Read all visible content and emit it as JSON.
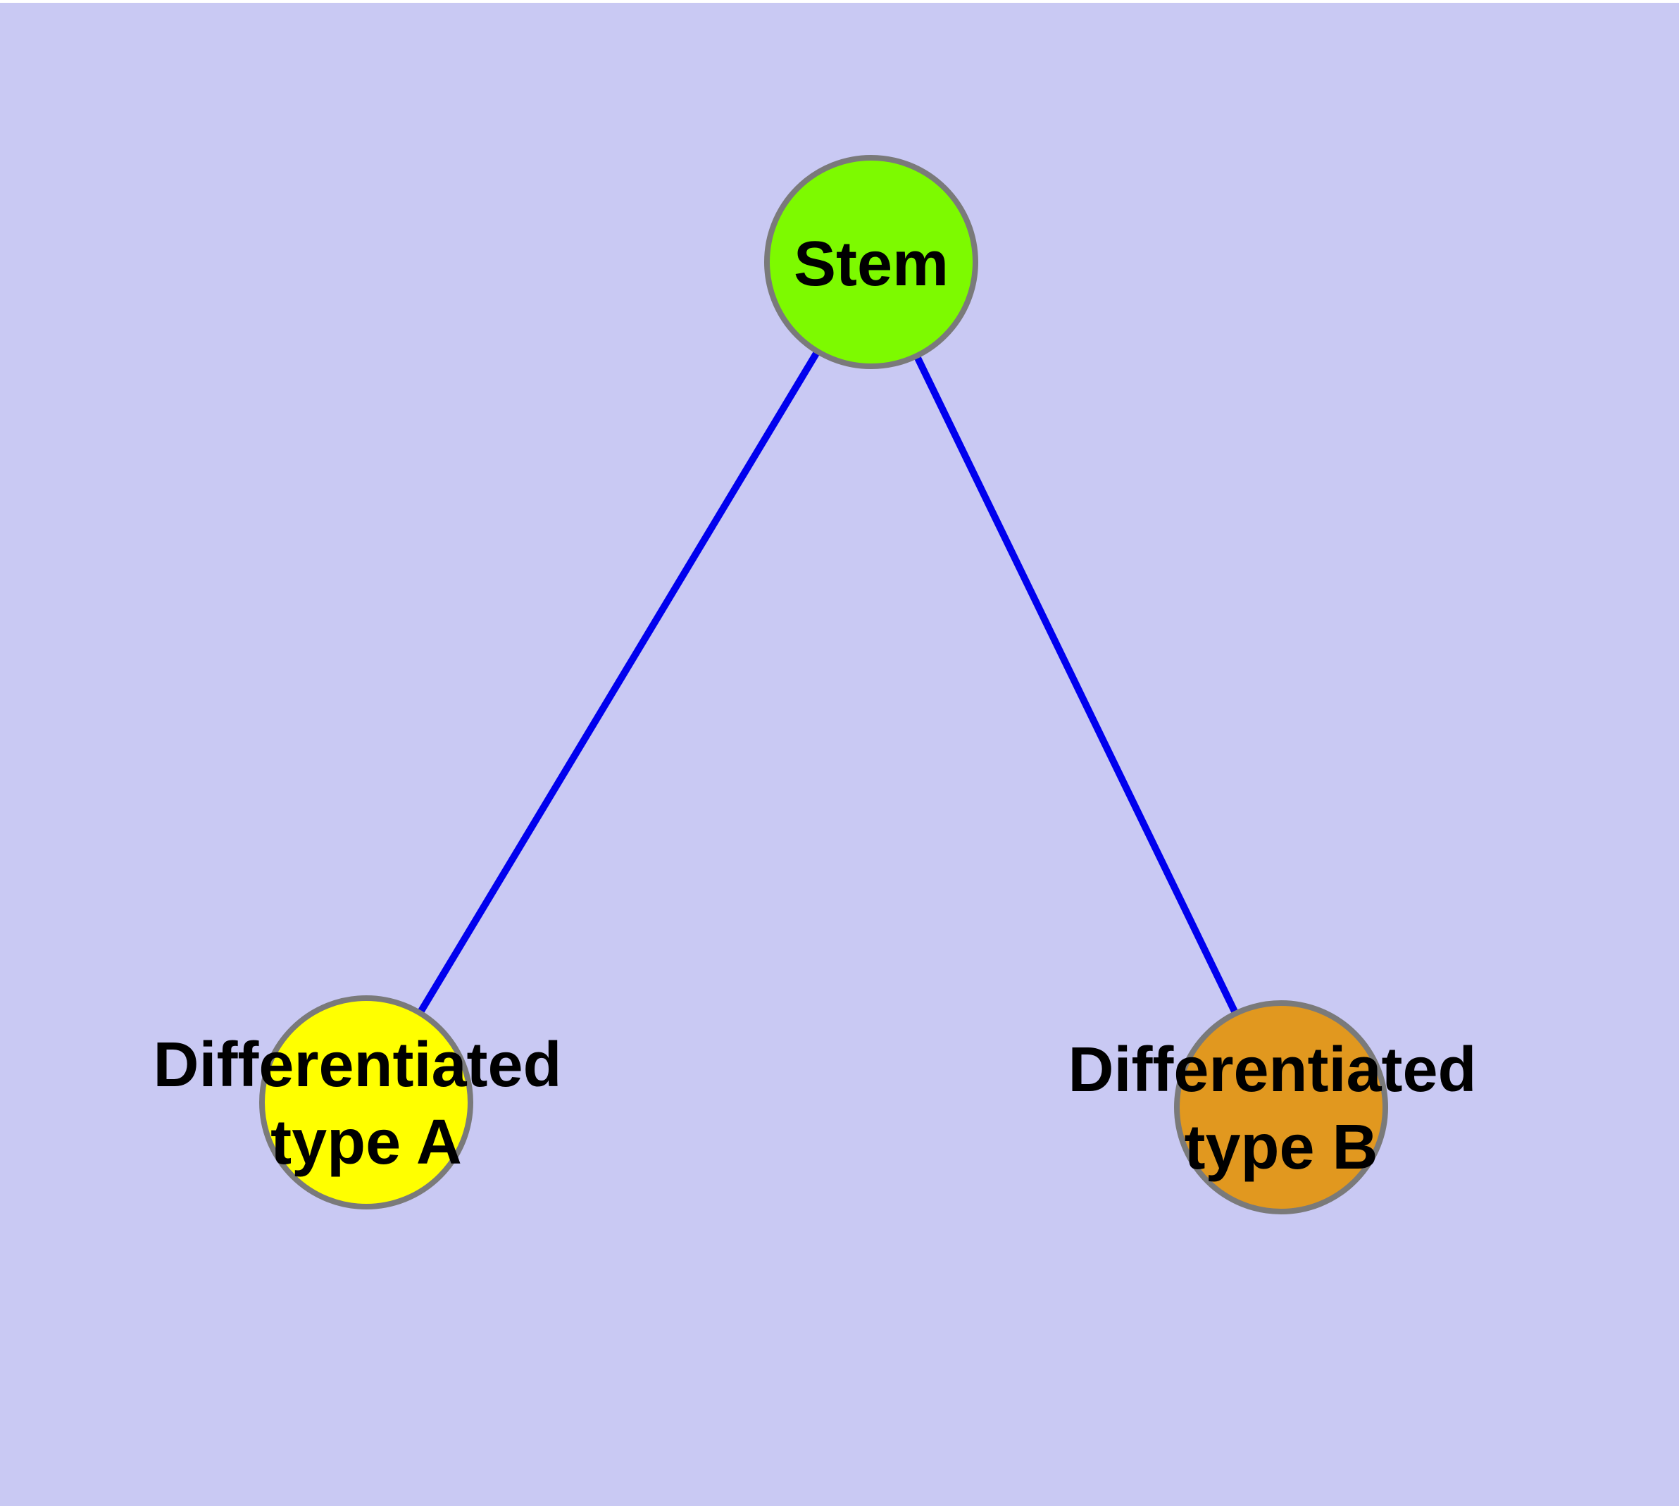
{
  "figure": {
    "type": "graph-diagram",
    "background_color": "#c9c9f3",
    "top_margin_color": "#ffffff",
    "edge_color": "#0000ee",
    "node_border_color": "#7a7a7a",
    "label_color": "#000000",
    "nodes": {
      "stem": {
        "label": "Stem",
        "fill": "#7dfa00"
      },
      "type_a": {
        "label_line1": "Differentiated",
        "label_line2": "type A",
        "fill": "#ffff00"
      },
      "type_b": {
        "label_line1": "Differentiated",
        "label_line2": "type B",
        "fill": "#e1981f"
      }
    },
    "edges": [
      {
        "from": "Stem",
        "to": "Differentiated type A"
      },
      {
        "from": "Stem",
        "to": "Differentiated type B"
      }
    ]
  }
}
